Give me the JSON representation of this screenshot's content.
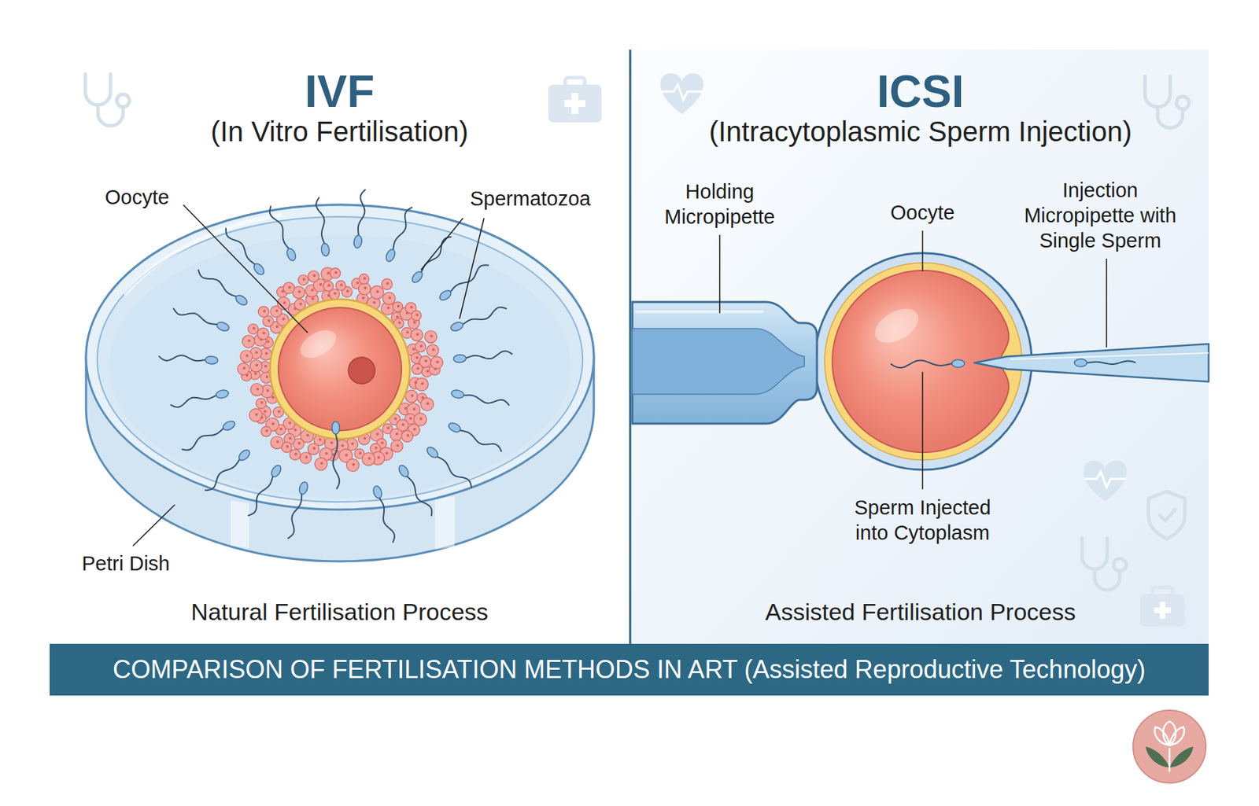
{
  "diagram": {
    "nodes": [
      {
        "text": [
          "IVF",
          "(In Vitro Fertilisation)",
          "Natural Fertilisation Process"
        ]
      },
      {
        "text": [
          "ICSI",
          "(Intracytoplasmic Sperm Injection)",
          "Assisted Fertilisation Process"
        ]
      },
      {
        "text": [
          "COMPARISON OF FERTILISATION METHODS IN ART (Assisted Reproductive Technology)"
        ]
      }
    ],
    "labels": [
      "Oocyte",
      "Spermatozoa",
      "Petri Dish",
      "Holding Micropipette",
      "Oocyte",
      "Injection Micropipette with Single Sperm",
      "Sperm Injected into Cytoplasm"
    ]
  }
}
